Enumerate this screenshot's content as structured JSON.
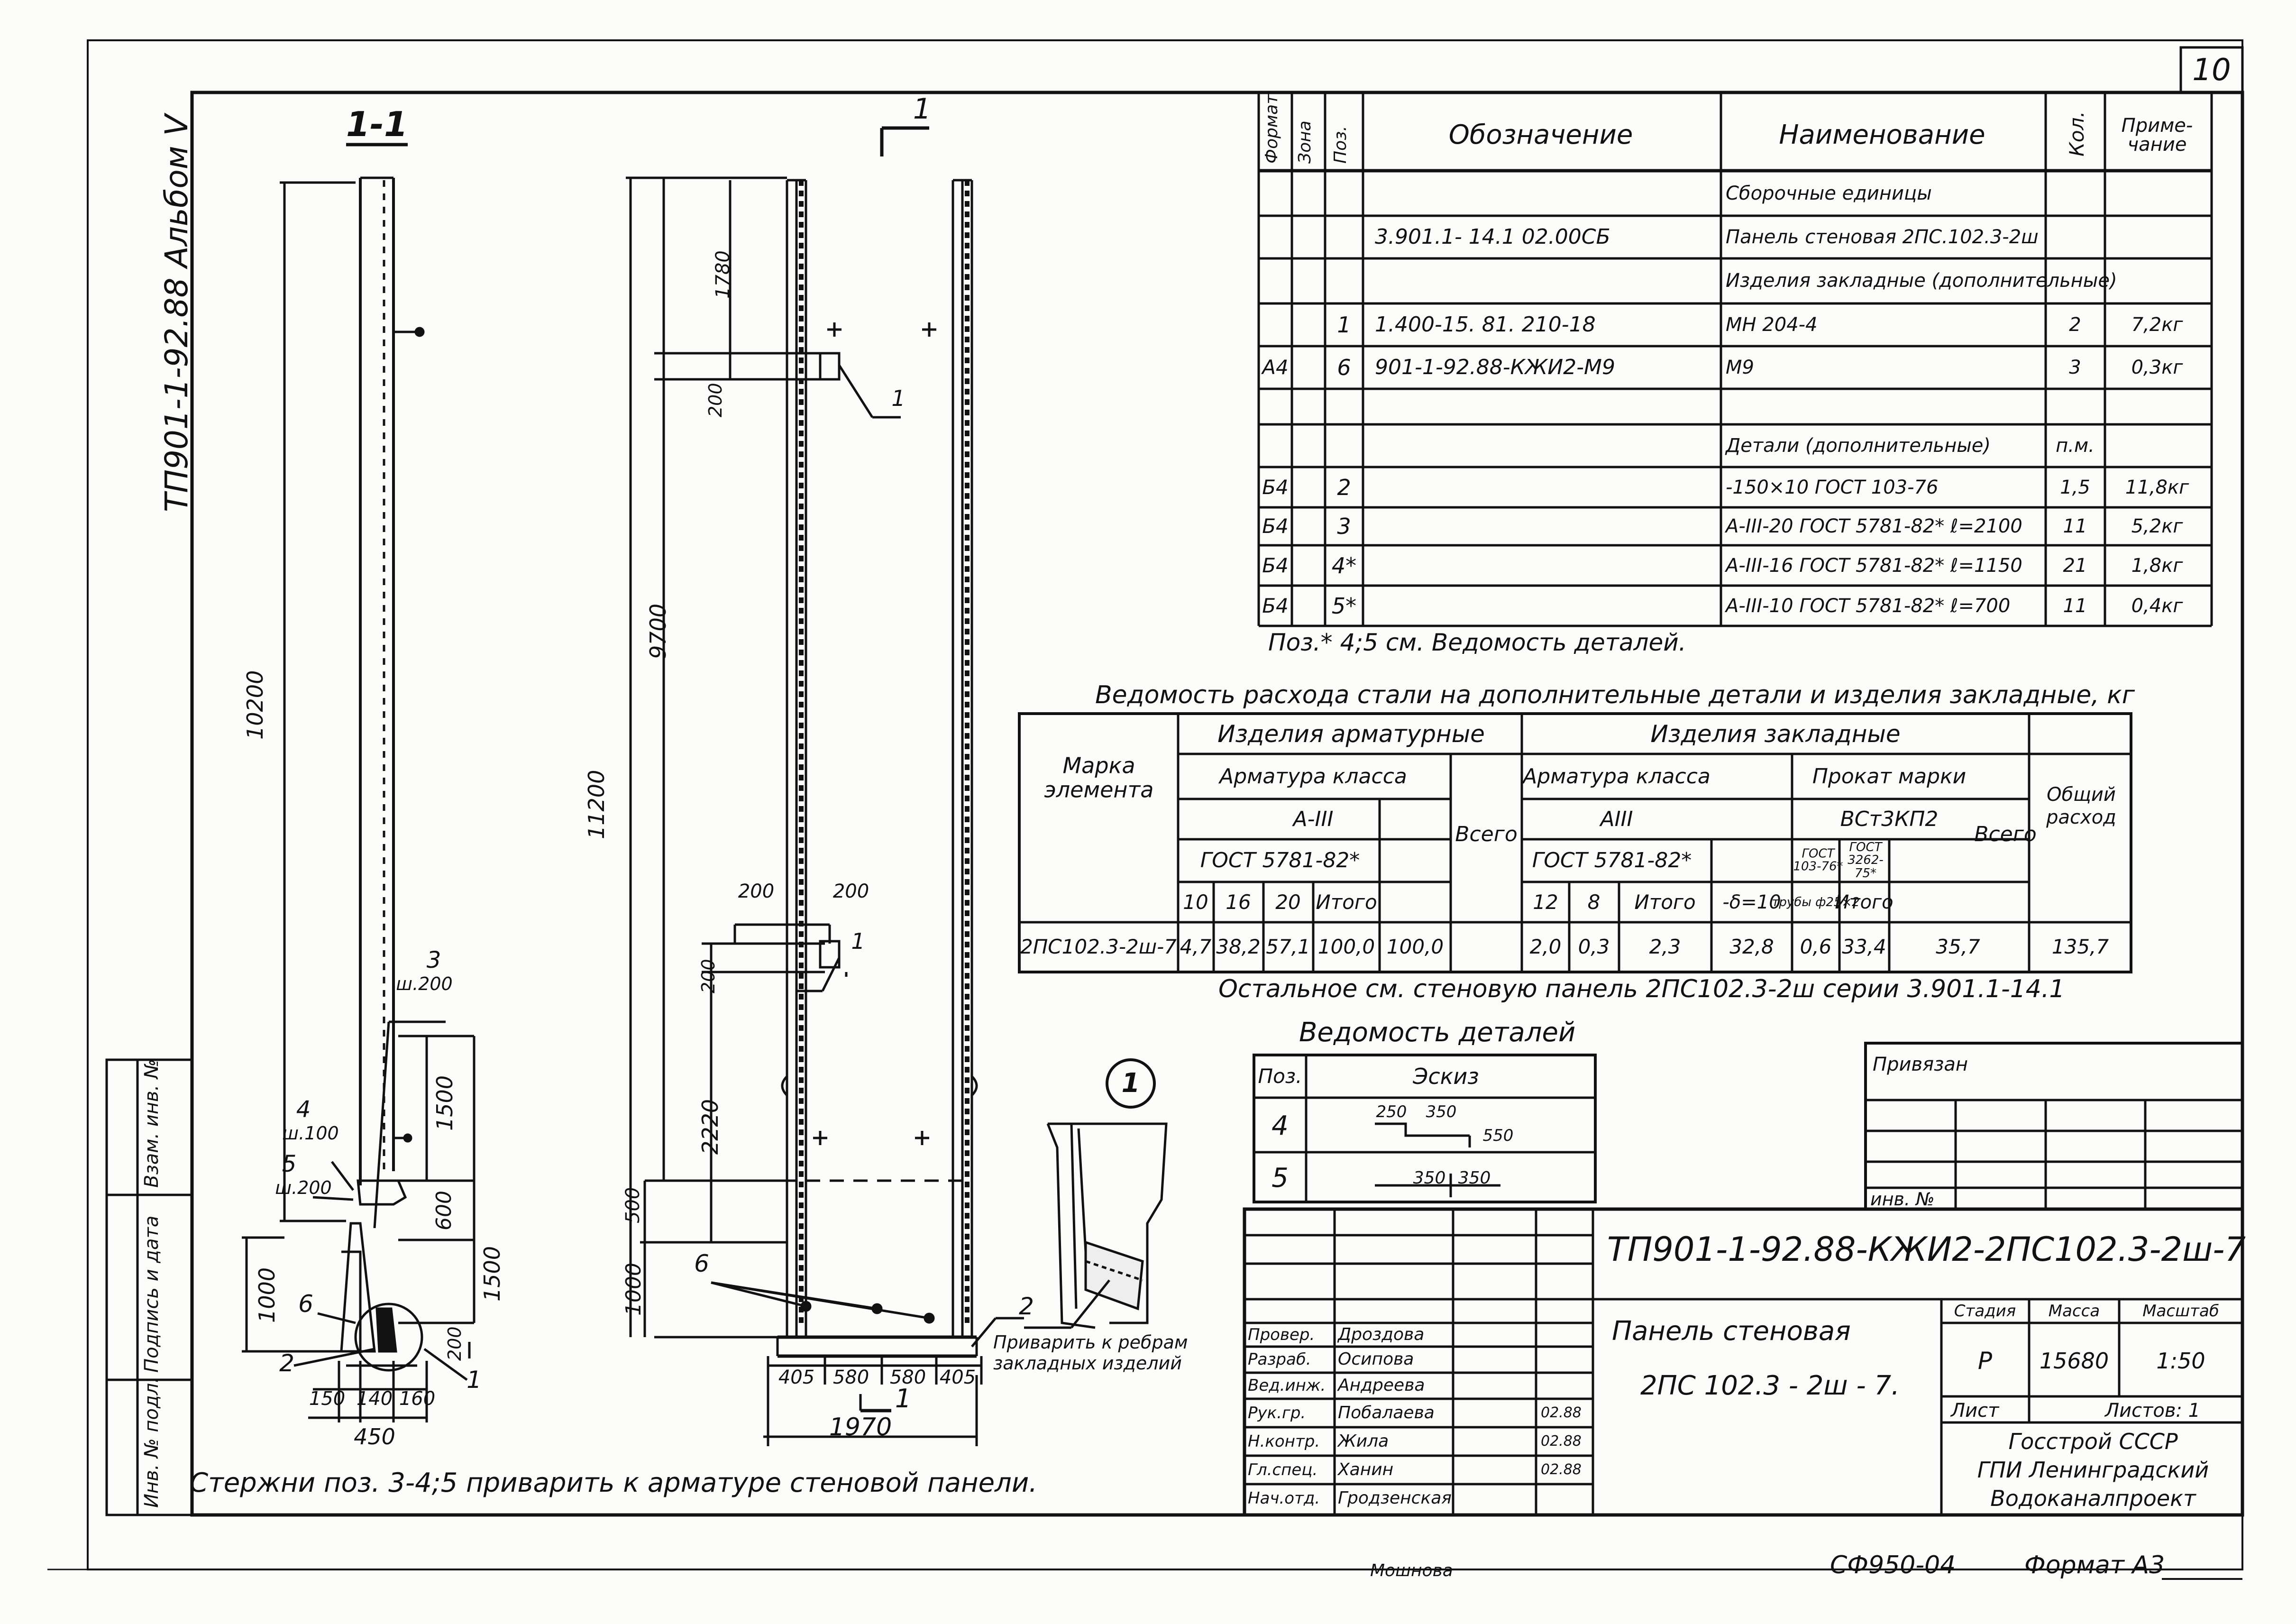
{
  "sheet": {
    "number": "10",
    "album": "ТП901-1-92.88  Альбом V",
    "footer_note": "Стержни  поз. 3-4;5 приварить  к  арматуре  стеновой  панели.",
    "bottom_code": "СФ950-04",
    "bottom_format": "Формат А3",
    "bottom_stamp": "Мошнова",
    "side_stamp": [
      "Инв. № подл.",
      "Подпись и дата",
      "Взам. инв. №"
    ]
  },
  "section_view": {
    "label": "1-1",
    "dims": [
      "10200",
      "1500",
      "600",
      "1500",
      "1000",
      "200"
    ],
    "bottom_dims": [
      "150",
      "140",
      "160",
      "450"
    ],
    "callouts": [
      {
        "pos": "3",
        "note": "ш.200"
      },
      {
        "pos": "4",
        "note": "ш.100"
      },
      {
        "pos": "5",
        "note": "ш.200"
      },
      {
        "pos": "6",
        "note": ""
      },
      {
        "pos": "2",
        "note": ""
      },
      {
        "pos": "1",
        "note": ""
      }
    ]
  },
  "elevation_view": {
    "cut_mark": "1",
    "dims": [
      "1780",
      "200",
      "9700",
      "11200",
      "200",
      "2220",
      "500",
      "1000"
    ],
    "top_callouts": [
      "200",
      "200"
    ],
    "positions": [
      "1",
      "1",
      "6",
      "2"
    ],
    "bottom_dims": [
      "405",
      "580",
      "580",
      "405"
    ],
    "total_width": "1970",
    "weld_note": "Приварить к ребрам закладных изделий"
  },
  "detail_view": {
    "label": "1"
  },
  "spec_table": {
    "headers": [
      "Формат",
      "Зона",
      "Поз.",
      "Обозначение",
      "Наименование",
      "Кол.",
      "Приме-чание"
    ],
    "rows": [
      {
        "fmt": "",
        "zone": "",
        "pos": "",
        "des": "",
        "name": "Сборочные    единицы",
        "qty": "",
        "note": ""
      },
      {
        "fmt": "",
        "zone": "",
        "pos": "",
        "des": "3.901.1- 14.1   02.00СБ",
        "name": "Панель стеновая  2ПС.102.3-2ш",
        "qty": "",
        "note": ""
      },
      {
        "fmt": "",
        "zone": "",
        "pos": "",
        "des": "",
        "name": "Изделия закладные (дополнительные)",
        "qty": "",
        "note": ""
      },
      {
        "fmt": "",
        "zone": "",
        "pos": "1",
        "des": "1.400-15. 81. 210-18",
        "name": "МН 204-4",
        "qty": "2",
        "note": "7,2кг"
      },
      {
        "fmt": "А4",
        "zone": "",
        "pos": "6",
        "des": "901-1-92.88-КЖИ2-М9",
        "name": "М9",
        "qty": "3",
        "note": "0,3кг"
      },
      {
        "fmt": "",
        "zone": "",
        "pos": "",
        "des": "",
        "name": "",
        "qty": "",
        "note": ""
      },
      {
        "fmt": "",
        "zone": "",
        "pos": "",
        "des": "",
        "name": "Детали (дополнительные)",
        "qty": "п.м.",
        "note": ""
      },
      {
        "fmt": "Б4",
        "zone": "",
        "pos": "2",
        "des": "",
        "name": "-150×10 ГОСТ 103-76",
        "qty": "1,5",
        "note": "11,8кг"
      },
      {
        "fmt": "Б4",
        "zone": "",
        "pos": "3",
        "des": "",
        "name": "А-III-20 ГОСТ 5781-82* ℓ=2100",
        "qty": "11",
        "note": "5,2кг"
      },
      {
        "fmt": "Б4",
        "zone": "",
        "pos": "4*",
        "des": "",
        "name": "А-III-16 ГОСТ 5781-82* ℓ=1150",
        "qty": "21",
        "note": "1,8кг"
      },
      {
        "fmt": "Б4",
        "zone": "",
        "pos": "5*",
        "des": "",
        "name": "А-III-10 ГОСТ 5781-82* ℓ=700",
        "qty": "11",
        "note": "0,4кг"
      }
    ],
    "footnote": "Поз.* 4;5 см. Ведомость деталей."
  },
  "steel_table": {
    "title": "Ведомость расхода стали на дополнительные детали и изделия закладные, кг",
    "h_mark": "Марка элемента",
    "h_reinf_products": "Изделия арматурные",
    "h_embedded": "Изделия  закладные",
    "h_rebar_class": "Арматура  класса",
    "h_class_a3": "А-III",
    "h_gost_a3": "ГОСТ 5781-82*",
    "h_total": "Всего",
    "h_rebar_class2": "Арматура  класса",
    "h_class_a3b": "АIII",
    "h_gost_b": "ГОСТ  5781-82*",
    "h_rolled": "Прокат  марки",
    "h_steel": "ВСт3КП2",
    "h_gost103": "ГОСТ 103-76*",
    "h_gost3262": "ГОСТ 3262-75*",
    "h_total2": "Всего",
    "h_overall": "Общий расход",
    "sub_a": [
      "10",
      "16",
      "20",
      "Итого"
    ],
    "sub_b": [
      "12",
      "8",
      "Итого"
    ],
    "sub_c": [
      "-δ=10",
      "трубы ф25×2",
      "Итого"
    ],
    "row": [
      "2ПС102.3-2ш-7",
      "4,7",
      "38,2",
      "57,1",
      "100,0",
      "100,0",
      "2,0",
      "0,3",
      "2,3",
      "32,8",
      "0,6",
      "33,4",
      "35,7",
      "135,7"
    ],
    "note": "Остальное  см. стеновую  панель  2ПС102.3-2ш  серии  3.901.1-14.1"
  },
  "parts_table": {
    "title": "Ведомость  деталей",
    "headers": [
      "Поз.",
      "Эскиз"
    ],
    "rows": [
      {
        "pos": "4",
        "dims": [
          "250",
          "350",
          "550"
        ]
      },
      {
        "pos": "5",
        "dims": [
          "350",
          "350"
        ]
      }
    ]
  },
  "binding_block": {
    "label": "Привязан",
    "inv": "инв. №"
  },
  "title_block": {
    "code": "ТП901-1-92.88-КЖИ2-2ПС102.3-2ш-7",
    "name_line1": "Панель  стеновая",
    "name_line2": "2ПС 102.3 - 2ш - 7.",
    "stage_label": "Стадия",
    "mass_label": "Масса",
    "scale_label": "Масштаб",
    "stage": "Р",
    "mass": "15680",
    "scale": "1:50",
    "sheet_label": "Лист",
    "sheets_label": "Листов: 1",
    "org": [
      "Госстрой СССР",
      "ГПИ Ленинградский",
      "Водоканалпроект"
    ],
    "people": [
      {
        "role": "Провер.",
        "name": "Дроздова",
        "date": ""
      },
      {
        "role": "Разраб.",
        "name": "Осипова",
        "date": ""
      },
      {
        "role": "Вед.инж.",
        "name": "Андреева",
        "date": ""
      },
      {
        "role": "Рук.гр.",
        "name": "Побалаева",
        "date": "02.88"
      },
      {
        "role": "Н.контр.",
        "name": "Жила",
        "date": "02.88"
      },
      {
        "role": "Гл.спец.",
        "name": "Ханин",
        "date": "02.88"
      },
      {
        "role": "Нач.отд.",
        "name": "Гродзенская",
        "date": ""
      }
    ]
  }
}
